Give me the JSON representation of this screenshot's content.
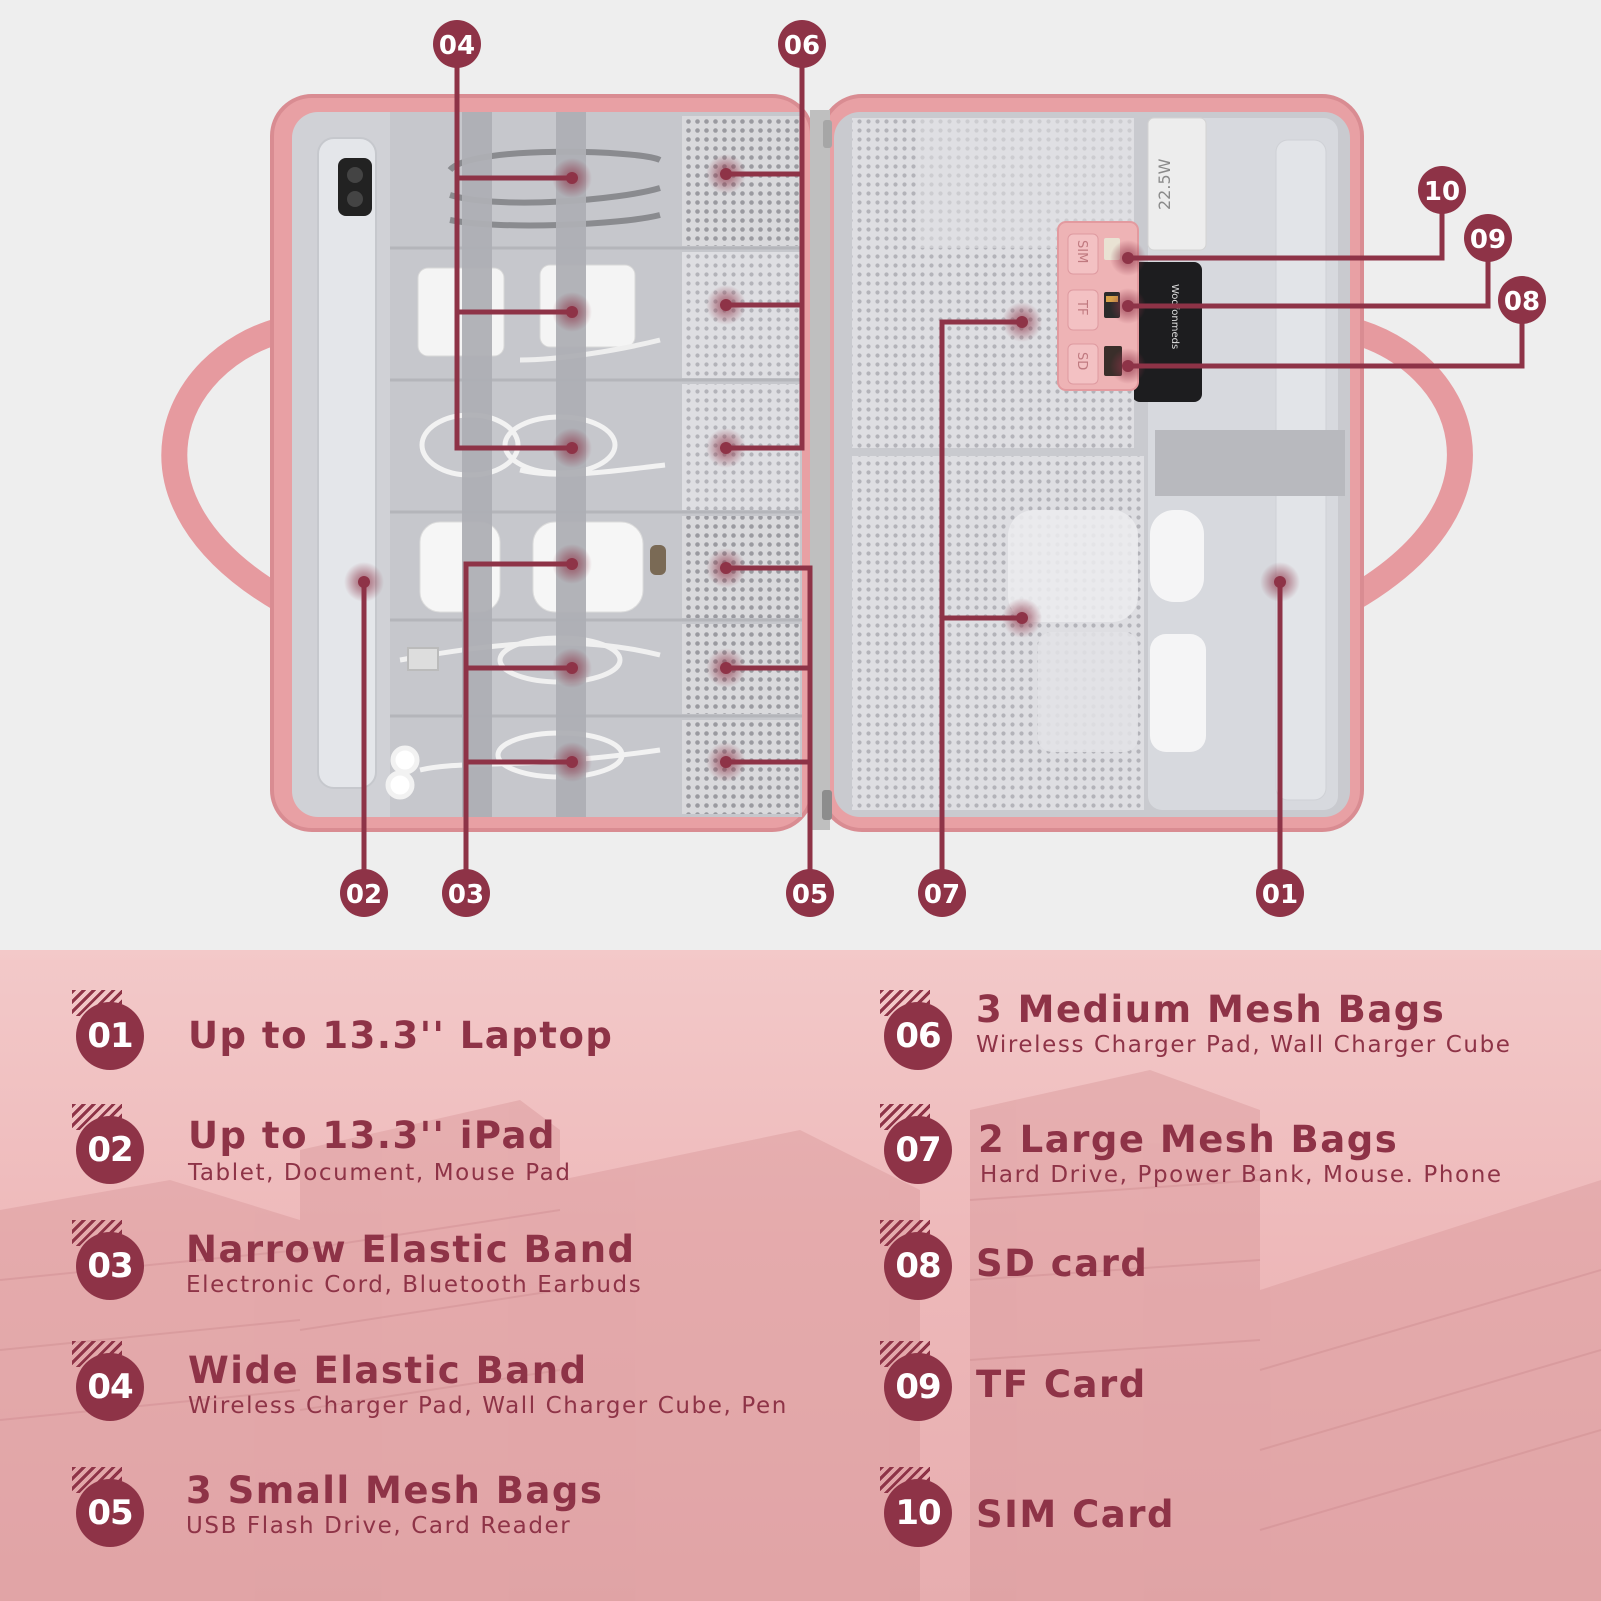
{
  "callouts": [
    {
      "num": "01"
    },
    {
      "num": "02"
    },
    {
      "num": "03"
    },
    {
      "num": "04"
    },
    {
      "num": "05"
    },
    {
      "num": "06"
    },
    {
      "num": "07"
    },
    {
      "num": "08"
    },
    {
      "num": "09"
    },
    {
      "num": "10"
    }
  ],
  "card_slots": {
    "sim": "SIM",
    "tf": "TF",
    "sd": "SD"
  },
  "charger_label": "22.5W",
  "drive_label": "Wodfonmeds",
  "features": [
    {
      "num": "01",
      "title": "Up to 13.3'' Laptop",
      "subtitle": ""
    },
    {
      "num": "02",
      "title": "Up to 13.3'' iPad",
      "subtitle": "Tablet, Document, Mouse Pad"
    },
    {
      "num": "03",
      "title": "Narrow Elastic Band",
      "subtitle": "Electronic Cord, Bluetooth Earbuds"
    },
    {
      "num": "04",
      "title": "Wide Elastic Band",
      "subtitle": "Wireless Charger Pad, Wall Charger Cube, Pen"
    },
    {
      "num": "05",
      "title": "3 Small Mesh Bags",
      "subtitle": "USB Flash Drive, Card Reader"
    },
    {
      "num": "06",
      "title": "3 Medium Mesh Bags",
      "subtitle": "Wireless Charger Pad, Wall Charger Cube"
    },
    {
      "num": "07",
      "title": "2 Large Mesh Bags",
      "subtitle": "Hard Drive, Ppower Bank, Mouse. Phone"
    },
    {
      "num": "08",
      "title": "SD card",
      "subtitle": ""
    },
    {
      "num": "09",
      "title": "TF Card",
      "subtitle": ""
    },
    {
      "num": "10",
      "title": "SIM Card",
      "subtitle": ""
    }
  ],
  "colors": {
    "accent": "#8e3347",
    "case_pink": "#e89a9e",
    "lining_grey": "#cfd0d5",
    "info_bg": "#eeb9ba"
  }
}
